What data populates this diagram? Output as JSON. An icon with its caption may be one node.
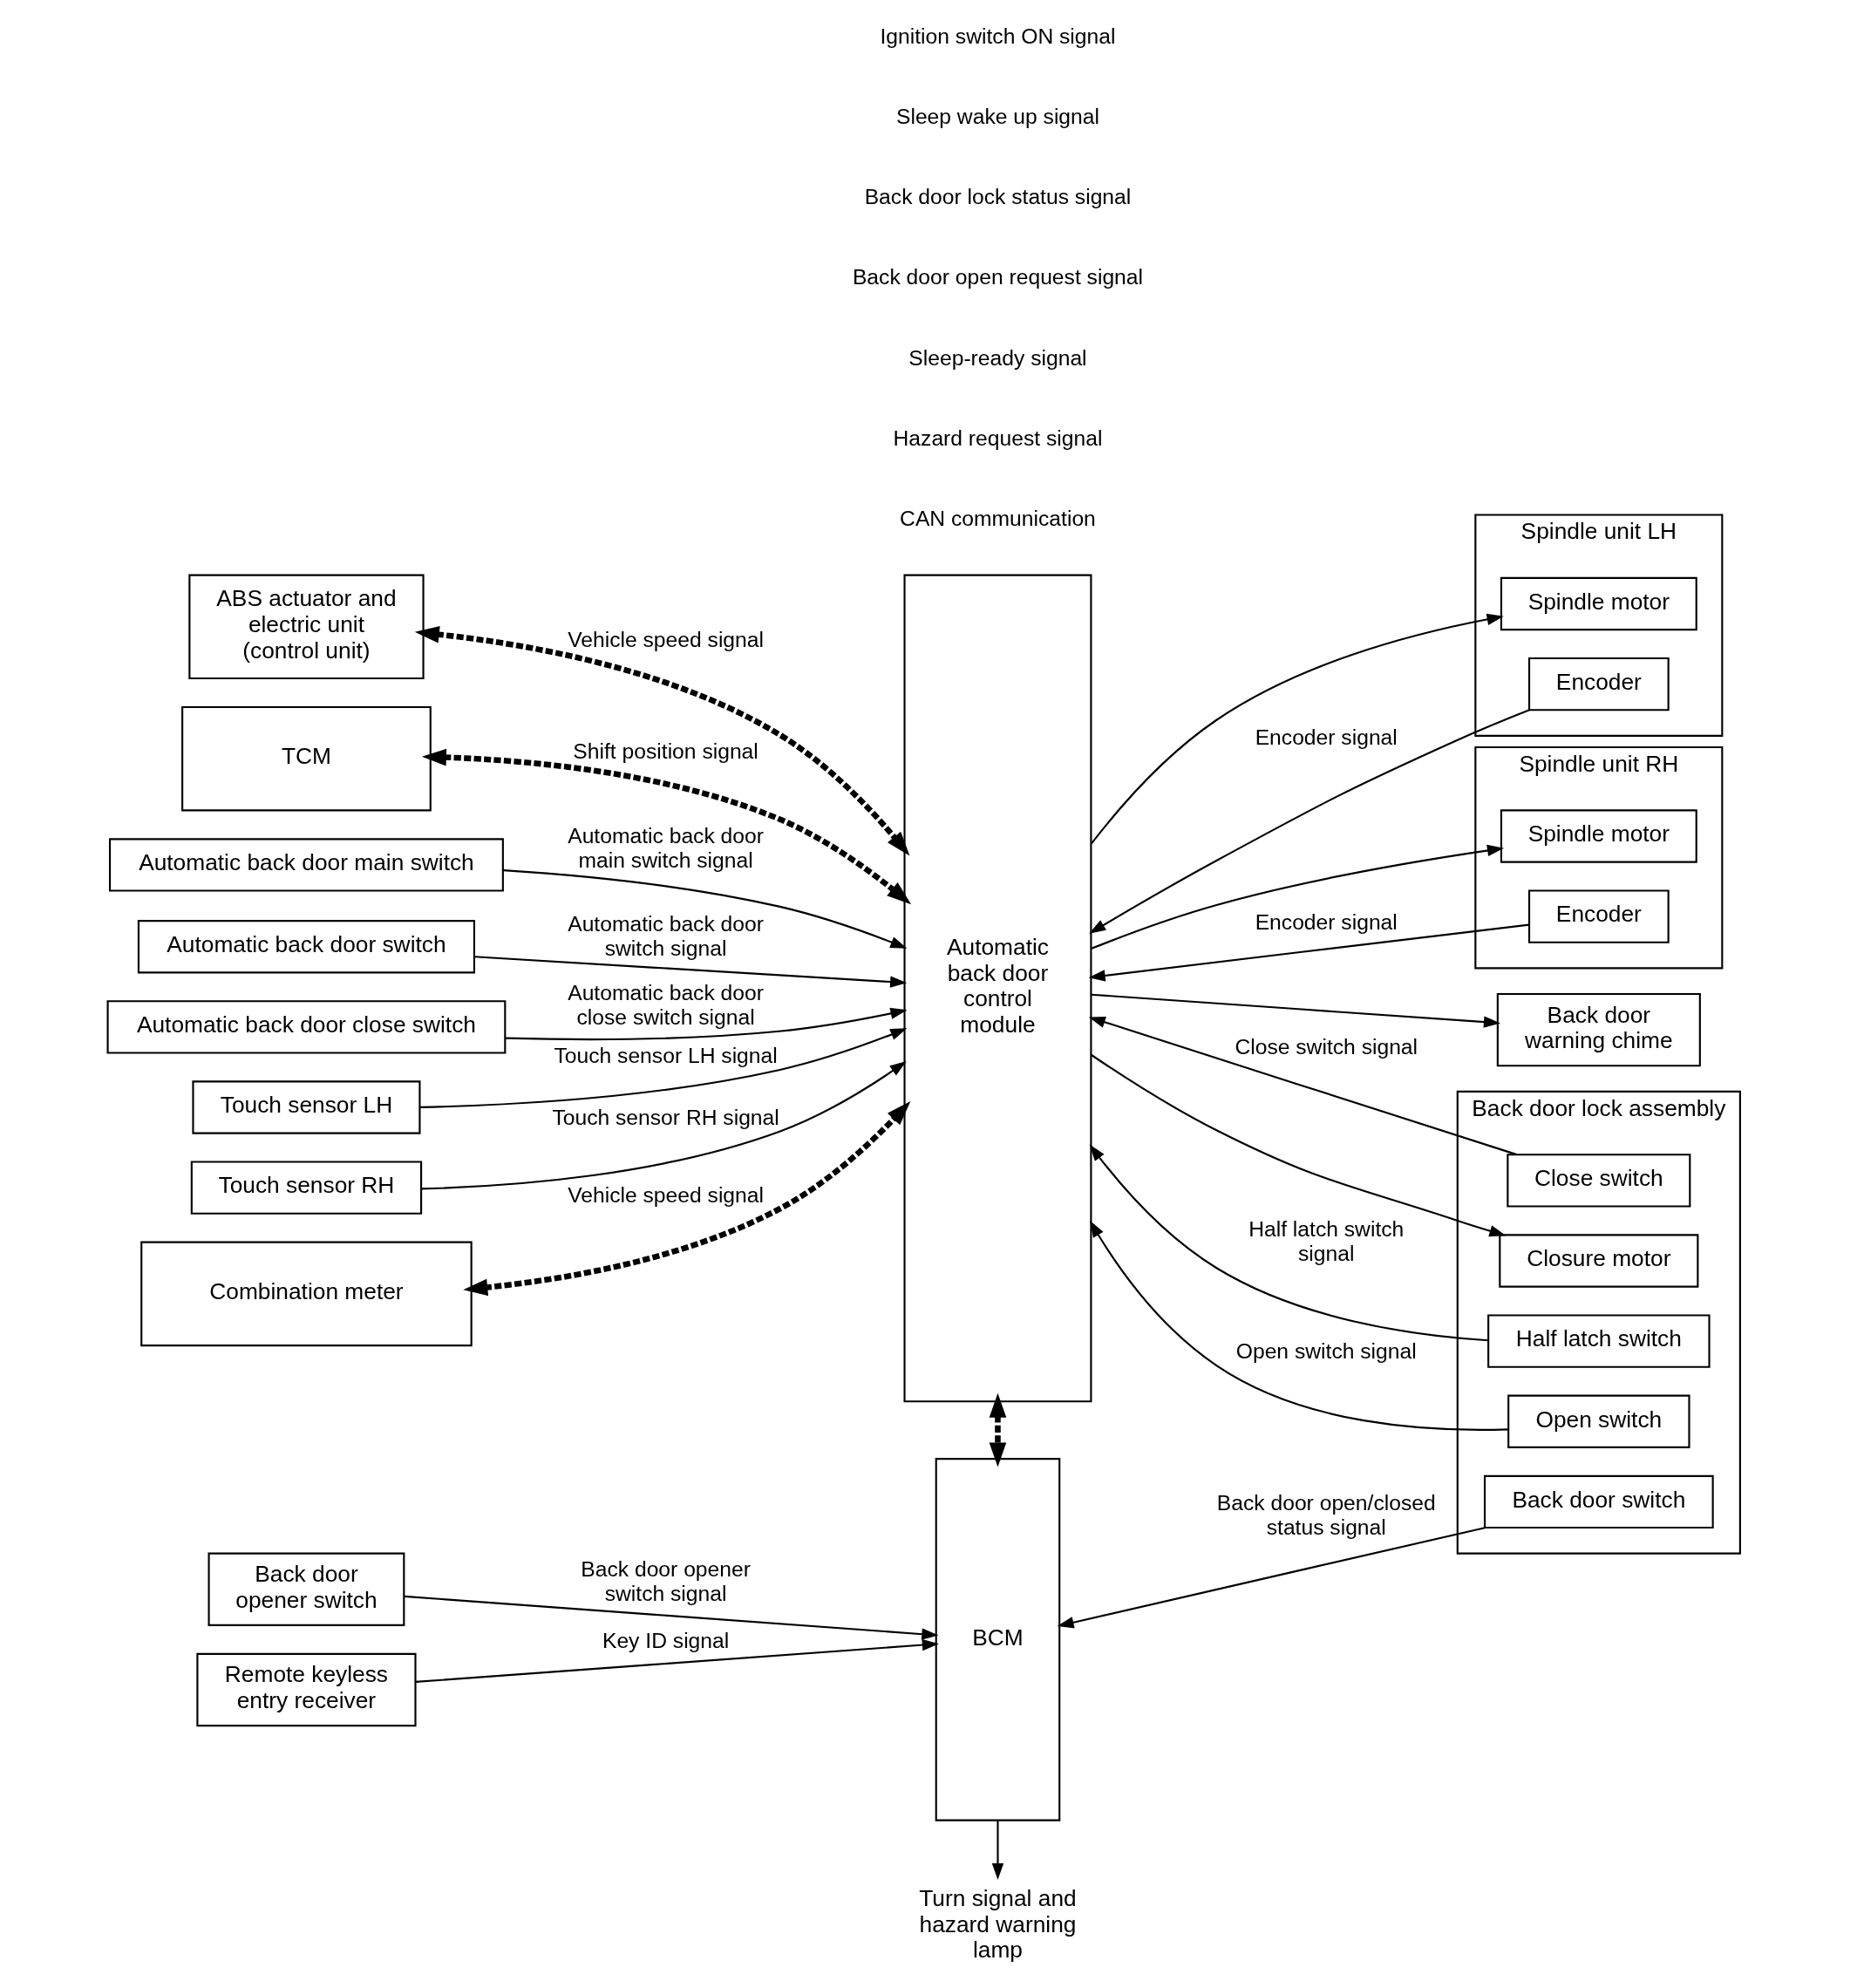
{
  "diagram": {
    "nodes": [
      {
        "text": [
          "Automatic back door main switch"
        ]
      },
      {
        "text": [
          "Automatic back door switch"
        ]
      },
      {
        "text": [
          "Automatic back door close switch"
        ]
      },
      {
        "text": [
          "Touch sensor LH"
        ]
      },
      {
        "text": [
          "Touch sensor RH"
        ]
      },
      {
        "text": [
          "Automatic back door control module"
        ]
      },
      {
        "text": [
          "Spindle unit LH"
        ]
      },
      {
        "text": [
          "Encoder"
        ],
        "in": 6
      },
      {
        "text": [
          "Spindle motor"
        ],
        "in": 6
      },
      {
        "text": [
          "Spindle unit RH"
        ]
      },
      {
        "text": [
          "Encoder"
        ],
        "in": 9
      },
      {
        "text": [
          "Spindle motor"
        ],
        "in": 9
      },
      {
        "text": [
          "Back door warning chime"
        ]
      },
      {
        "text": [
          "Back door lock assembly"
        ]
      },
      {
        "text": [
          "Closure motor"
        ],
        "in": 13
      },
      {
        "text": [
          "Half latch switch"
        ],
        "in": 13
      },
      {
        "text": [
          "Open switch"
        ],
        "in": 13
      },
      {
        "text": [
          "Close switch"
        ],
        "in": 13
      },
      {
        "text": [
          "Back door switch"
        ],
        "in": 13
      },
      {
        "text": [
          "Combination meter"
        ]
      },
      {
        "text": [
          "ABS actuator and electric unit (control unit)"
        ]
      },
      {
        "text": [
          "TCM"
        ]
      },
      {
        "text": [
          "Remote keyless entry receiver"
        ]
      },
      {
        "text": [
          "BCM"
        ]
      },
      {
        "text": [
          "Back door opener switch"
        ]
      },
      {
        "text": [
          "Turn signal and hazard warning lamp"
        ]
      }
    ],
    "edges": [
      {
        "from": 0,
        "to": 5,
        "arrow": "to",
        "label": "Automatic back door main switch signal"
      },
      {
        "from": 1,
        "to": 5,
        "arrow": "to",
        "label": "Automatic back door switch signal"
      },
      {
        "from": 2,
        "to": 5,
        "arrow": "to",
        "label": "Automatic back door close switch signal"
      },
      {
        "from": 3,
        "to": 5,
        "arrow": "to",
        "label": "Touch sensor LH signal"
      },
      {
        "from": 4,
        "to": 5,
        "arrow": "to",
        "label": "Touch sensor RH signal"
      },
      {
        "from": 7,
        "to": 5,
        "arrow": "to",
        "label": "Encoder signal"
      },
      {
        "from": 5,
        "to": 8,
        "arrow": "to"
      },
      {
        "from": 10,
        "to": 5,
        "arrow": "to",
        "label": "Encoder signal"
      },
      {
        "from": 5,
        "to": 11,
        "arrow": "to"
      },
      {
        "from": 5,
        "to": 12,
        "arrow": "to"
      },
      {
        "from": 5,
        "to": 14,
        "arrow": "to"
      },
      {
        "from": 15,
        "to": 5,
        "arrow": "to",
        "label": "Half latch switch signal"
      },
      {
        "from": 16,
        "to": 5,
        "arrow": "to",
        "label": "Open switch signal"
      },
      {
        "from": 17,
        "to": 5,
        "arrow": "to",
        "label": "Close switch signal"
      },
      {
        "from": 19,
        "to": 5,
        "arrow": "both",
        "label": "Vehicle speed signal",
        "style": "dashed"
      },
      {
        "from": 20,
        "to": 5,
        "arrow": "both",
        "label": "Vehicle speed signal",
        "style": "dashed"
      },
      {
        "from": 21,
        "to": 5,
        "arrow": "both",
        "label": "Shift position signal",
        "style": "dashed"
      },
      {
        "from": 5,
        "to": 23,
        "arrow": "both",
        "style": "dashed"
      },
      {
        "from": 22,
        "to": 23,
        "arrow": "to",
        "label": "Key ID signal"
      },
      {
        "from": 18,
        "to": 23,
        "arrow": "to",
        "label": "Back door open/closed status signal"
      },
      {
        "from": 24,
        "to": 23,
        "arrow": "to",
        "label": "Back door opener switch signal"
      },
      {
        "from": 23,
        "to": 25,
        "arrow": "to"
      }
    ],
    "labels": [
      "CAN communication",
      "Hazard request signal",
      "Sleep-ready signal",
      "Back door open request signal",
      "Back door lock status signal",
      "Sleep wake up signal",
      "Ignition switch ON signal"
    ]
  }
}
